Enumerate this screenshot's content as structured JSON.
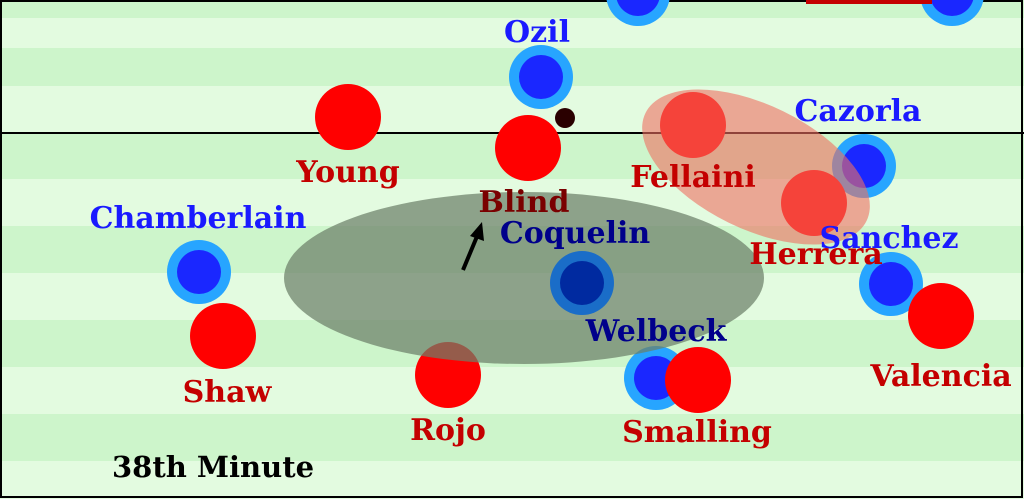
{
  "caption": "38th Minute",
  "colors": {
    "pitch_light": "#e3fbe0",
    "pitch_dark": "#cdf5cb",
    "line": "#000000",
    "united_fill": "#ff0000",
    "arsenal_fill": "#1a27ff",
    "arsenal_ring": "#27a5ff",
    "arsenal_dark_fill": "#002aa0",
    "arsenal_dark_ring": "#1a6dc8",
    "ball": "#2a0000",
    "red_label": "#c40000",
    "dark_red_label": "#7a0000",
    "blue_label": "#1a1aff",
    "dark_blue_label": "#00008b",
    "grey_zone": "#6c7f68",
    "pink_zone": "#ee7060"
  },
  "players": {
    "ozil": "Ozil",
    "cazorla": "Cazorla",
    "chamberlain": "Chamberlain",
    "coquelin": "Coquelin",
    "sanchez": "Sanchez",
    "welbeck": "Welbeck",
    "young": "Young",
    "blind": "Blind",
    "fellaini": "Fellaini",
    "herrera": "Herrera",
    "shaw": "Shaw",
    "rojo": "Rojo",
    "smalling": "Smalling",
    "valencia": "Valencia"
  }
}
